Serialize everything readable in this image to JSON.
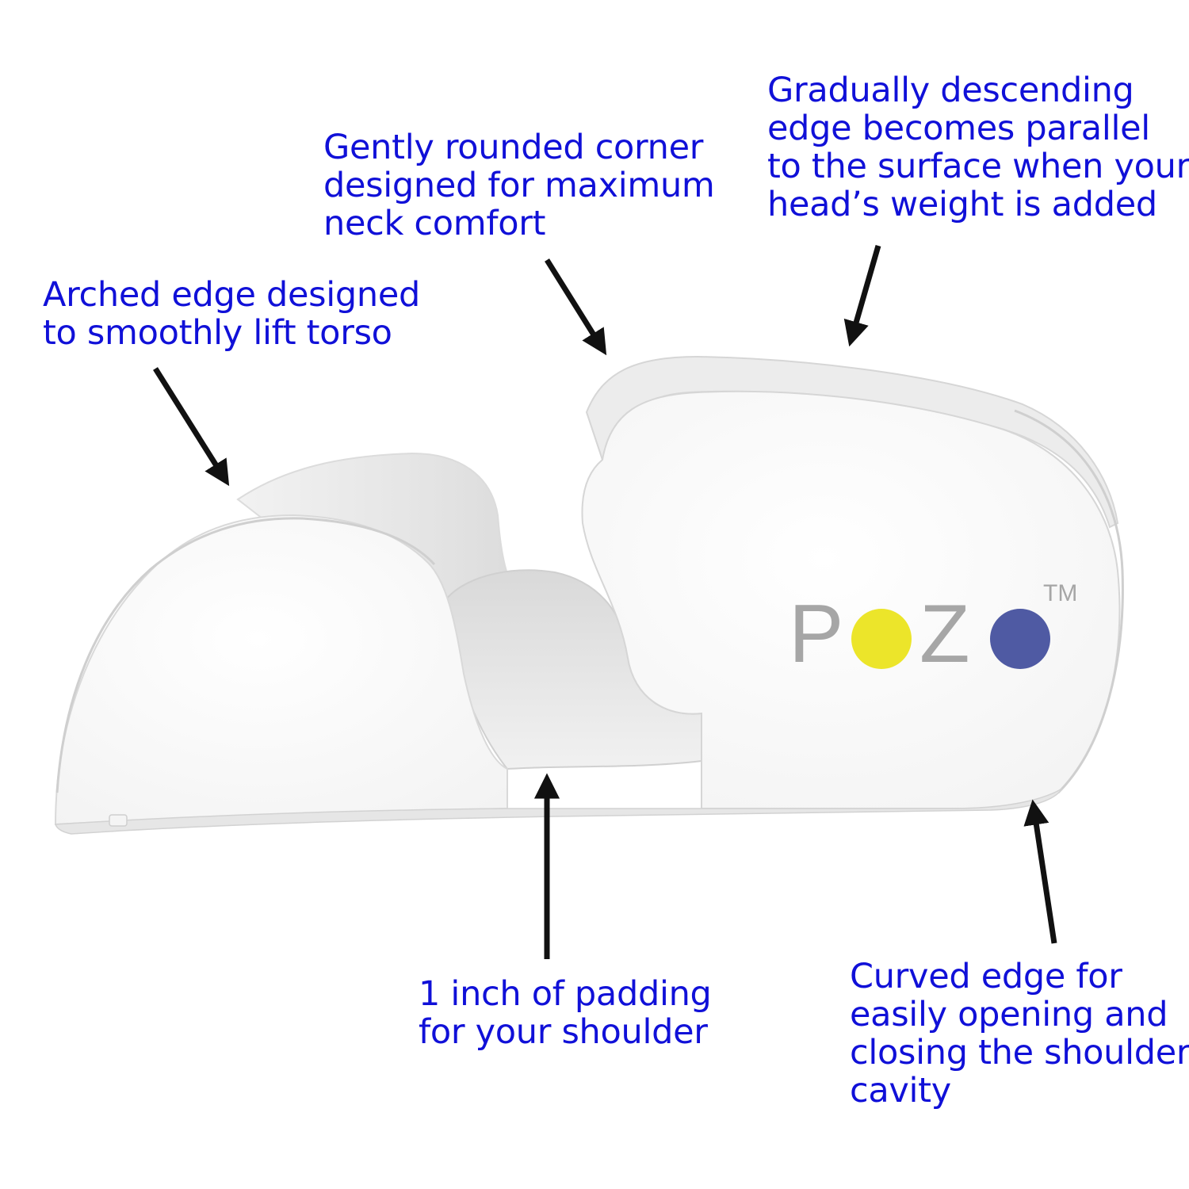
{
  "callouts": {
    "neck_corner": [
      "Gently rounded corner",
      "designed for maximum",
      "neck comfort"
    ],
    "descending_edge": [
      "Gradually descending",
      "edge becomes parallel",
      "to the surface when your",
      "head’s weight is added"
    ],
    "arched_edge": [
      "Arched edge designed",
      "to smoothly lift torso"
    ],
    "shoulder_padding": [
      "1 inch of padding",
      "for your shoulder"
    ],
    "curved_edge": [
      "Curved edge for",
      "easily opening and",
      "closing the shoulder",
      "cavity"
    ]
  },
  "logo": {
    "text_p": "P",
    "text_z": "Z",
    "trademark": "TM"
  },
  "colors": {
    "callout_text": "#1010d8",
    "arrow": "#111111",
    "logo_gray": "#a6a6a6",
    "dot_yellow": "#ece52a",
    "dot_blue": "#4f5aa3"
  }
}
